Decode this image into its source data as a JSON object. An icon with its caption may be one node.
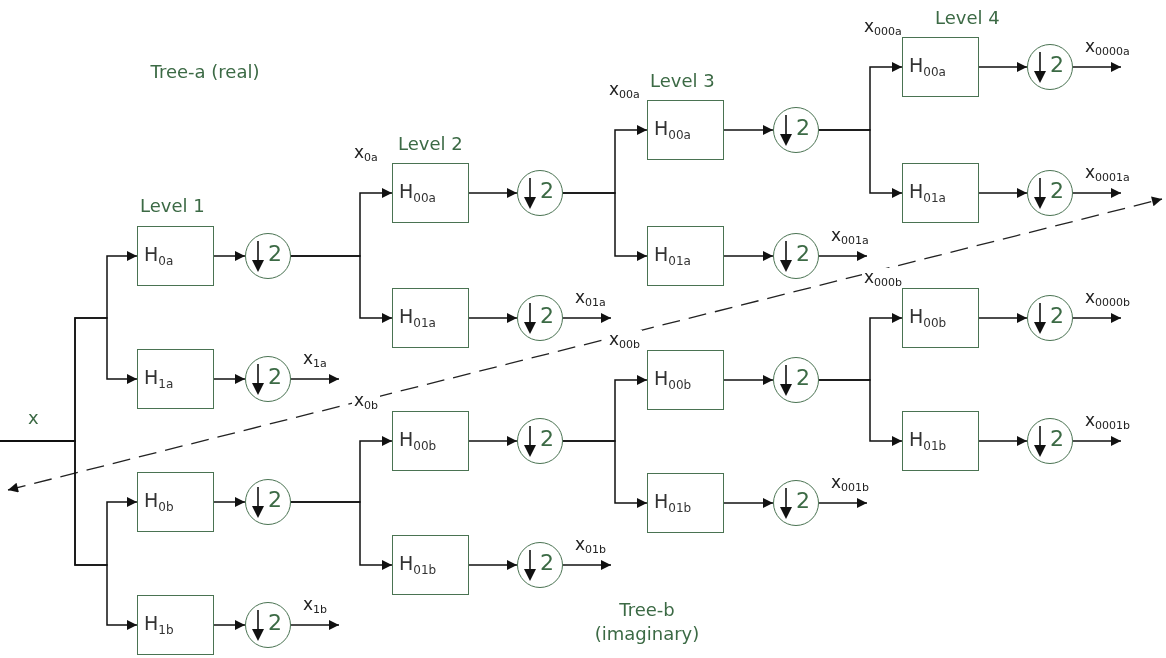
{
  "diagram": {
    "nodes": [
      {
        "text": [
          "H$_{0a}$"
        ]
      },
      {
        "text": [
          "2"
        ]
      },
      {
        "text": [
          "H$_{1a}$"
        ]
      },
      {
        "text": [
          "2"
        ]
      },
      {
        "text": [
          "H$_{00a}$"
        ]
      },
      {
        "text": [
          "2"
        ]
      },
      {
        "text": [
          "H$_{01a}$"
        ]
      },
      {
        "text": [
          "2"
        ]
      },
      {
        "text": [
          "H$_{00a}$"
        ]
      },
      {
        "text": [
          "2"
        ]
      },
      {
        "text": [
          "H$_{01a}$"
        ]
      },
      {
        "text": [
          "2"
        ]
      },
      {
        "text": [
          "H$_{00a}$"
        ]
      },
      {
        "text": [
          "2"
        ]
      },
      {
        "text": [
          "H$_{01a}$"
        ]
      },
      {
        "text": [
          "2"
        ]
      },
      {
        "text": [
          "H$_{0b}$"
        ]
      },
      {
        "text": [
          "2"
        ]
      },
      {
        "text": [
          "H$_{1b}$"
        ]
      },
      {
        "text": [
          "2"
        ]
      },
      {
        "text": [
          "H$_{00b}$"
        ]
      },
      {
        "text": [
          "2"
        ]
      },
      {
        "text": [
          "H$_{01b}$"
        ]
      },
      {
        "text": [
          "2"
        ]
      },
      {
        "text": [
          "H$_{00b}$"
        ]
      },
      {
        "text": [
          "2"
        ]
      },
      {
        "text": [
          "H$_{01b}$"
        ]
      },
      {
        "text": [
          "2"
        ]
      },
      {
        "text": [
          "H$_{00b}$"
        ]
      },
      {
        "text": [
          "2"
        ]
      },
      {
        "text": [
          "H$_{01b}$"
        ]
      },
      {
        "text": [
          "2"
        ]
      }
    ],
    "edges": [
      {
        "from": null,
        "to": 0,
        "arrow": "to"
      },
      {
        "from": null,
        "to": 2,
        "arrow": "to"
      },
      {
        "from": 0,
        "to": 1,
        "arrow": "to"
      },
      {
        "from": 2,
        "to": 3,
        "arrow": "to"
      },
      {
        "from": 3,
        "to": null,
        "arrow": "to",
        "label": "x$_{1a}$"
      },
      {
        "from": 1,
        "to": 4,
        "arrow": "to",
        "label": "x$_{0a}$"
      },
      {
        "from": 1,
        "to": 6,
        "arrow": "to"
      },
      {
        "from": 4,
        "to": 5,
        "arrow": "to"
      },
      {
        "from": 6,
        "to": 7,
        "arrow": "to"
      },
      {
        "from": 7,
        "to": null,
        "arrow": "to",
        "label": "x$_{01a}$"
      },
      {
        "from": 5,
        "to": 8,
        "arrow": "to",
        "label": "x$_{00a}$"
      },
      {
        "from": 5,
        "to": 10,
        "arrow": "to"
      },
      {
        "from": 8,
        "to": 9,
        "arrow": "to"
      },
      {
        "from": 10,
        "to": 11,
        "arrow": "to"
      },
      {
        "from": 11,
        "to": null,
        "arrow": "to",
        "label": "x$_{001a}$"
      },
      {
        "from": 9,
        "to": 12,
        "arrow": "to",
        "label": "x$_{000a}$"
      },
      {
        "from": 9,
        "to": 14,
        "arrow": "to"
      },
      {
        "from": 12,
        "to": 13,
        "arrow": "to"
      },
      {
        "from": 14,
        "to": 15,
        "arrow": "to"
      },
      {
        "from": 13,
        "to": null,
        "arrow": "to",
        "label": "x$_{0000a}$"
      },
      {
        "from": 15,
        "to": null,
        "arrow": "to",
        "label": "x$_{0001a}$"
      },
      {
        "from": null,
        "to": 16,
        "arrow": "to"
      },
      {
        "from": null,
        "to": 18,
        "arrow": "to"
      },
      {
        "from": 16,
        "to": 17,
        "arrow": "to"
      },
      {
        "from": 18,
        "to": 19,
        "arrow": "to"
      },
      {
        "from": 19,
        "to": null,
        "arrow": "to",
        "label": "x$_{1b}$"
      },
      {
        "from": 17,
        "to": 20,
        "arrow": "to",
        "label": "x$_{0b}$"
      },
      {
        "from": 17,
        "to": 22,
        "arrow": "to"
      },
      {
        "from": 20,
        "to": 21,
        "arrow": "to"
      },
      {
        "from": 22,
        "to": 23,
        "arrow": "to"
      },
      {
        "from": 23,
        "to": null,
        "arrow": "to",
        "label": "x$_{01b}$"
      },
      {
        "from": 21,
        "to": 24,
        "arrow": "to",
        "label": "x$_{00b}$"
      },
      {
        "from": 21,
        "to": 26,
        "arrow": "to"
      },
      {
        "from": 24,
        "to": 25,
        "arrow": "to"
      },
      {
        "from": 26,
        "to": 27,
        "arrow": "to"
      },
      {
        "from": 27,
        "to": null,
        "arrow": "to",
        "label": "x$_{001b}$"
      },
      {
        "from": 25,
        "to": 28,
        "arrow": "to",
        "label": "x$_{000b}$"
      },
      {
        "from": 25,
        "to": 30,
        "arrow": "to"
      },
      {
        "from": 28,
        "to": 29,
        "arrow": "to"
      },
      {
        "from": 30,
        "to": 31,
        "arrow": "to"
      },
      {
        "from": 29,
        "to": null,
        "arrow": "to",
        "label": "x$_{0000b}$"
      },
      {
        "from": 31,
        "to": null,
        "arrow": "to",
        "label": "x$_{0001b}$"
      }
    ],
    "labels": [
      "Level 4",
      "Tree-a (real)",
      "Level 3",
      "Level 2",
      "Level 1",
      "x",
      "Tree-b (imaginary)"
    ]
  }
}
